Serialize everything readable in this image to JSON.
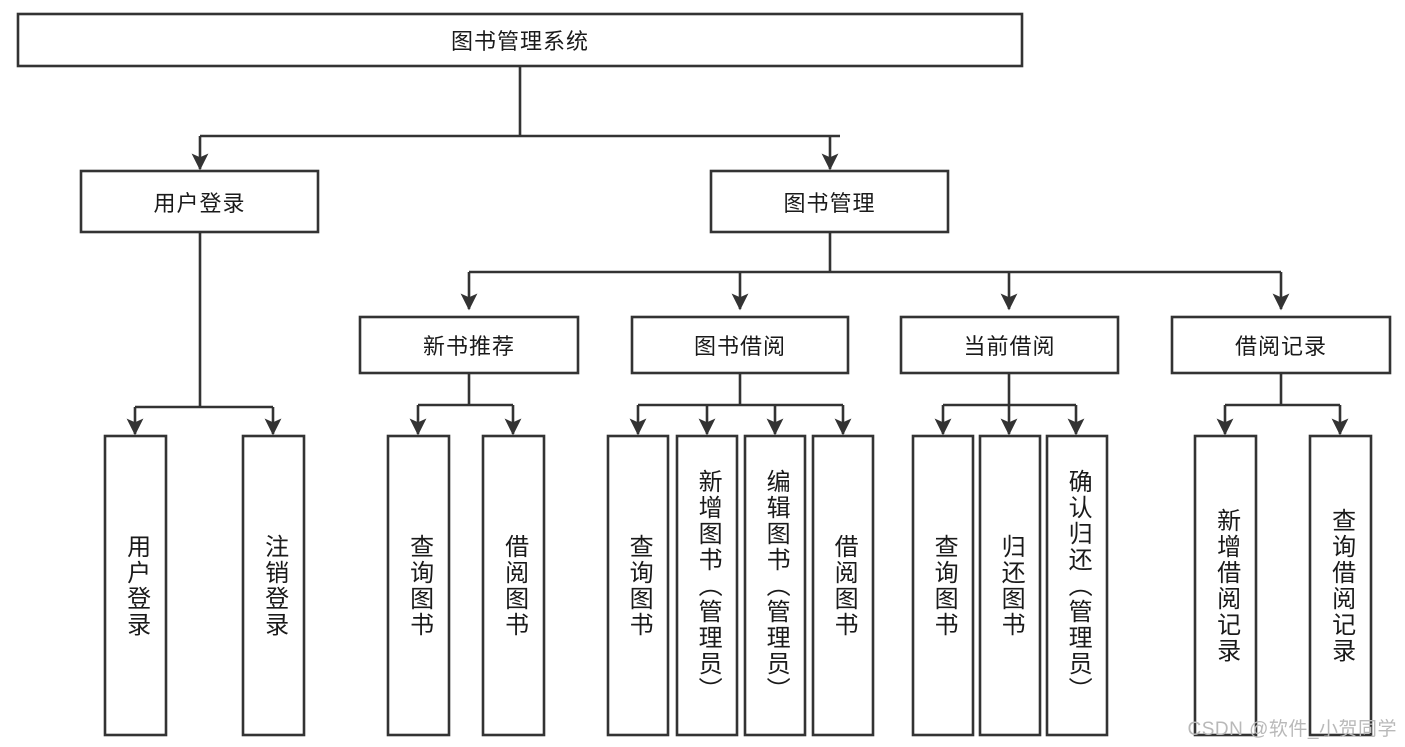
{
  "diagram": {
    "type": "tree",
    "title": "图书管理系统",
    "watermark": "CSDN @软件_小贺同学",
    "colors": {
      "stroke": "#333333",
      "fill": "#ffffff",
      "text": "#1a1a1a",
      "watermark": "#b9b9b9"
    },
    "levels": {
      "root": {
        "label": "图书管理系统"
      },
      "level1": [
        {
          "label": "用户登录"
        },
        {
          "label": "图书管理"
        }
      ],
      "level2": [
        {
          "label": "新书推荐"
        },
        {
          "label": "图书借阅"
        },
        {
          "label": "当前借阅"
        },
        {
          "label": "借阅记录"
        }
      ],
      "leaves": {
        "user_login": [
          {
            "label": "用户登录"
          },
          {
            "label": "注销登录"
          }
        ],
        "new_book": [
          {
            "label": "查询图书"
          },
          {
            "label": "借阅图书"
          }
        ],
        "borrow_book": [
          {
            "label": "查询图书"
          },
          {
            "label": "新增图书（管理员）"
          },
          {
            "label": "编辑图书（管理员）"
          },
          {
            "label": "借阅图书"
          }
        ],
        "current_borrow": [
          {
            "label": "查询图书"
          },
          {
            "label": "归还图书"
          },
          {
            "label": "确认归还（管理员）"
          }
        ],
        "borrow_record": [
          {
            "label": "新增借阅记录"
          },
          {
            "label": "查询借阅记录"
          }
        ]
      }
    }
  }
}
